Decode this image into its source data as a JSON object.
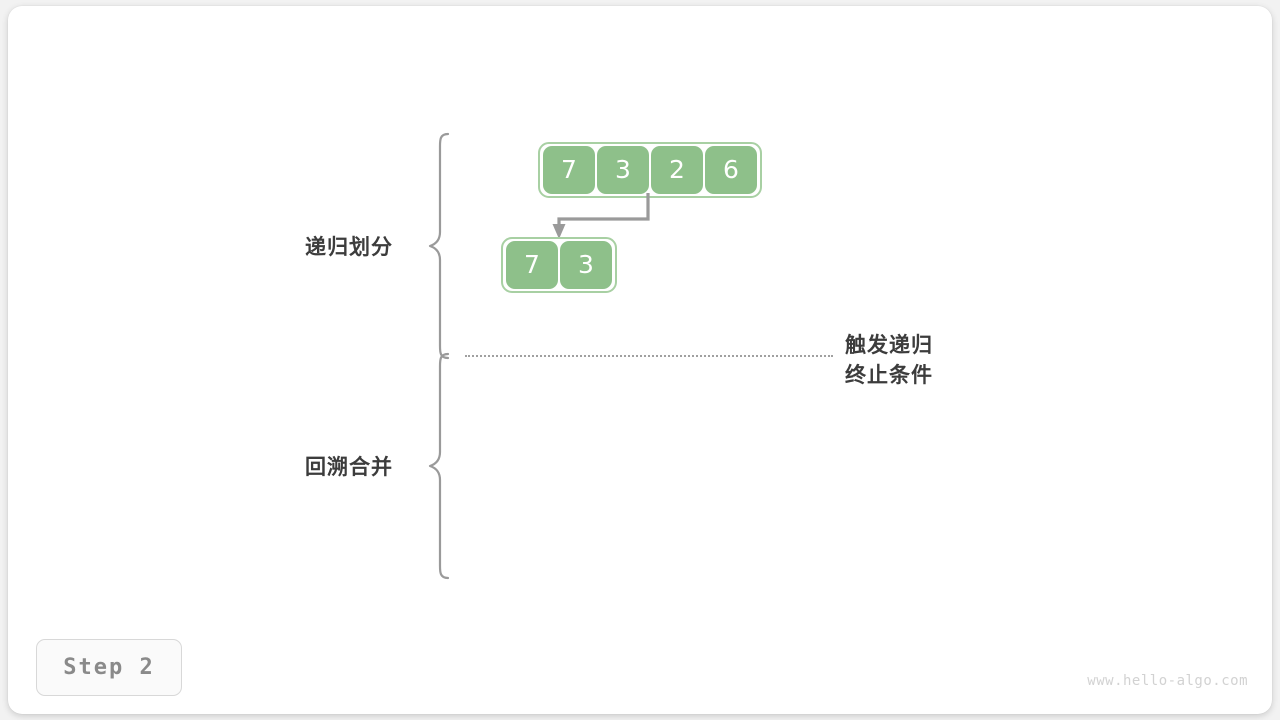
{
  "canvas": {
    "background_color": "#f2f2f2",
    "card_color": "#ffffff"
  },
  "colors": {
    "cell_fill": "#8ec08a",
    "cell_border": "#a8d0a3",
    "cell_text": "#ffffff",
    "label_text": "#3c3c3c",
    "brace": "#9a9a9a",
    "arrow": "#9a9a9a",
    "divider": "#a0a0a0",
    "badge_text": "#8a8a8a",
    "watermark": "#d2d2d2"
  },
  "sections": {
    "divide_label": "递归划分",
    "merge_label": "回溯合并"
  },
  "arrays": {
    "root": {
      "name": "root-array",
      "values": [
        "7",
        "3",
        "2",
        "6"
      ]
    },
    "left_half": {
      "name": "left-subarray",
      "values": [
        "7",
        "3"
      ]
    }
  },
  "annotation": {
    "line1": "触发递归",
    "line2": "终止条件"
  },
  "badge": {
    "label": "Step 2"
  },
  "watermark": {
    "text": "www.hello-algo.com"
  }
}
